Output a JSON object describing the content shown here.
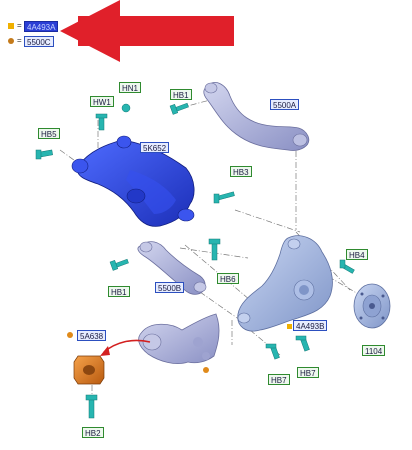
{
  "legend": {
    "equals": "=",
    "items": [
      {
        "code": "4A493A",
        "color": "#f0b000",
        "shape": "square"
      },
      {
        "code": "5500C",
        "color": "#c47a1a",
        "shape": "circle"
      }
    ]
  },
  "parts": {
    "hn1": "HN1",
    "hw1": "HW1",
    "hb5": "HB5",
    "hb1_top": "HB1",
    "a5500": "5500A",
    "k5652": "5K652",
    "hb3": "HB3",
    "hb6": "HB6",
    "b5500": "5500B",
    "hb1_bottom": "HB1",
    "a4493b": "4A493B",
    "hb4": "HB4",
    "a5638": "5A638",
    "hb7_left": "HB7",
    "hb7_right": "HB7",
    "p1104": "1104",
    "hb2": "HB2"
  },
  "colors": {
    "arrow": "#e0202a",
    "lower_arm": "#2b45e0",
    "steel": "#a9aed6",
    "knuckle": "#a8b9de",
    "bushing": "#e07b1f",
    "bolt": "#27b5b0",
    "label_green": "#2f8a2f",
    "label_blue": "#2c4fbf"
  }
}
